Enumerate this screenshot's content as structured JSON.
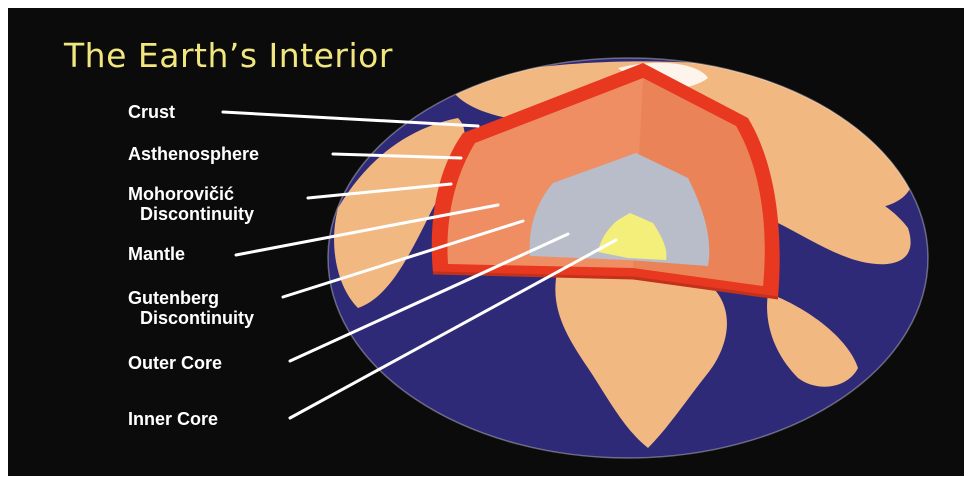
{
  "title": "The Earth’s Interior",
  "labels": {
    "crust": "Crust",
    "asthenosphere": "Asthenosphere",
    "moho_line1": "Mohorovičić",
    "moho_line2": "Discontinuity",
    "mantle": "Mantle",
    "gutenberg_line1": "Gutenberg",
    "gutenberg_line2": "Discontinuity",
    "outer_core": "Outer Core",
    "inner_core": "Inner Core"
  },
  "colors": {
    "background": "#0b0b0b",
    "ocean": "#2f2a78",
    "land": "#f2b882",
    "crust": "#e8381f",
    "mantle": "#f08e63",
    "outer_core": "#b9bcc9",
    "inner_core": "#f4ef7a",
    "title": "#f2e77e",
    "leader_lines": "#ffffff"
  }
}
